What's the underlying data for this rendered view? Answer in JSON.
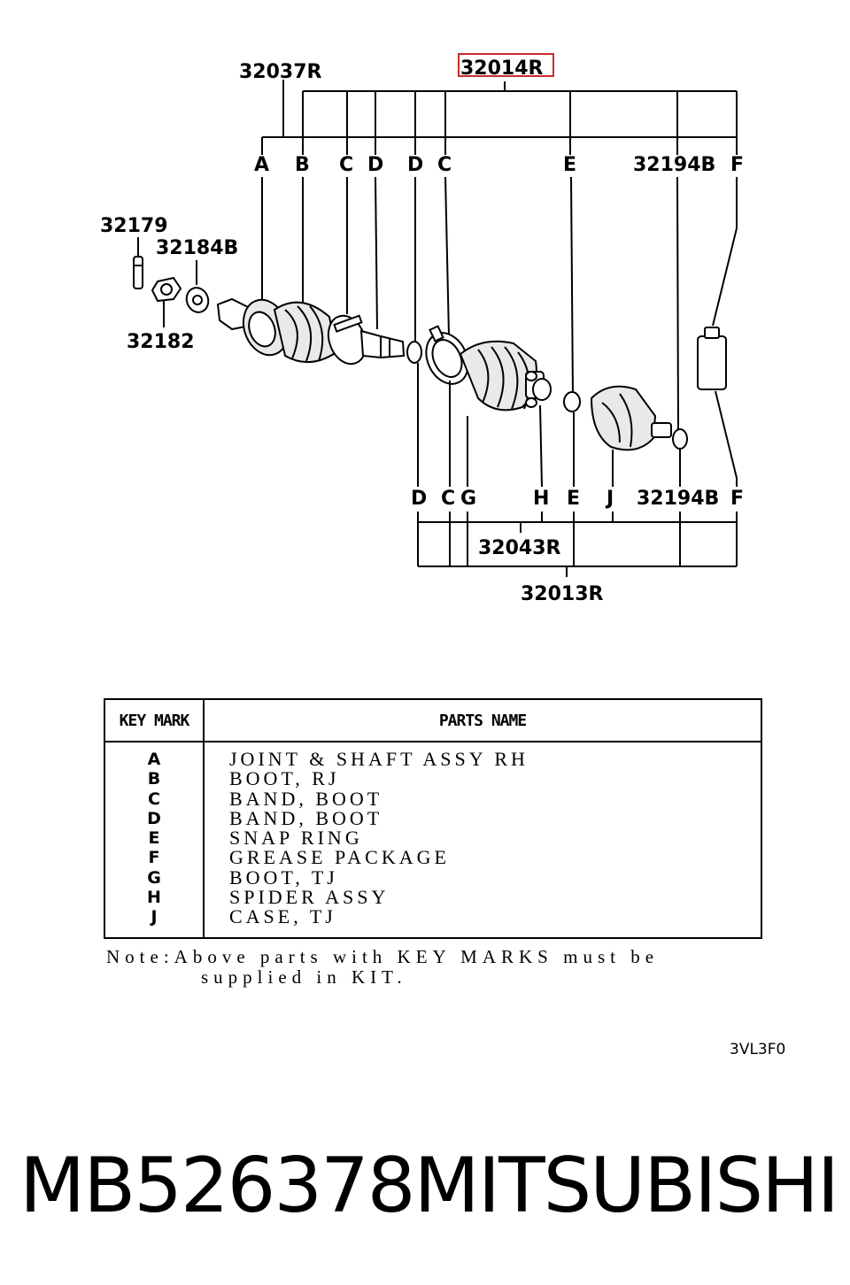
{
  "diagram": {
    "labels": {
      "kit_top_left": "32037R",
      "kit_top_right": "32014R",
      "kit_bottom_inner": "32043R",
      "kit_bottom_outer": "32013R",
      "bolt": "32179",
      "washer": "32184B",
      "nut": "32182",
      "snap_top": "32194B",
      "snap_bottom": "32194B"
    },
    "key_marks_top": [
      "A",
      "B",
      "C",
      "D",
      "D",
      "C",
      "E",
      "F"
    ],
    "key_marks_bottom": [
      "D",
      "C",
      "G",
      "H",
      "E",
      "J",
      "F"
    ],
    "highlight_color": "#cc2b2b"
  },
  "table": {
    "header_key": "KEY MARK",
    "header_name": "PARTS NAME",
    "rows": [
      {
        "key": "A",
        "name": "JOINT & SHAFT ASSY RH"
      },
      {
        "key": "B",
        "name": "BOOT, RJ"
      },
      {
        "key": "C",
        "name": "BAND, BOOT"
      },
      {
        "key": "D",
        "name": "BAND, BOOT"
      },
      {
        "key": "E",
        "name": "SNAP RING"
      },
      {
        "key": "F",
        "name": "GREASE PACKAGE"
      },
      {
        "key": "G",
        "name": "BOOT, TJ"
      },
      {
        "key": "H",
        "name": "SPIDER ASSY"
      },
      {
        "key": "J",
        "name": "CASE, TJ"
      }
    ]
  },
  "note": {
    "line1": "Note:Above parts with KEY MARKS must be",
    "line2": "supplied in KIT."
  },
  "drawing_code": "3VL3F0",
  "footer": {
    "part_number": "MB526378",
    "brand": "MITSUBISHI"
  }
}
